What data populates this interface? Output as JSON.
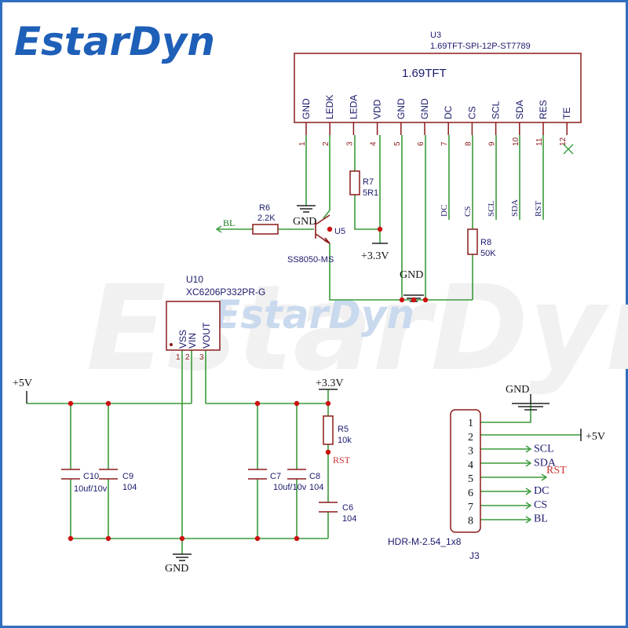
{
  "brand": {
    "logo": "EstarDyn",
    "watermark": "EstarDyn",
    "watermark_large": "EstarDyn"
  },
  "u3": {
    "ref": "U3",
    "part": "1.69TFT-SPI-12P-ST7789",
    "title": "1.69TFT",
    "pins": [
      {
        "num": "1",
        "name": "GND"
      },
      {
        "num": "2",
        "name": "LEDK"
      },
      {
        "num": "3",
        "name": "LEDA"
      },
      {
        "num": "4",
        "name": "VDD"
      },
      {
        "num": "5",
        "name": "GND"
      },
      {
        "num": "6",
        "name": "GND"
      },
      {
        "num": "7",
        "name": "DC"
      },
      {
        "num": "8",
        "name": "CS"
      },
      {
        "num": "9",
        "name": "SCL"
      },
      {
        "num": "10",
        "name": "SDA"
      },
      {
        "num": "11",
        "name": "RES"
      },
      {
        "num": "12",
        "name": "TE"
      }
    ],
    "net_labels": [
      "DC",
      "CS",
      "SCL",
      "SDA",
      "RST"
    ]
  },
  "components": {
    "r7": {
      "ref": "R7",
      "value": "5R1"
    },
    "r6": {
      "ref": "R6",
      "value": "2.2K"
    },
    "r8": {
      "ref": "R8",
      "value": "50K"
    },
    "r5": {
      "ref": "R5",
      "value": "10k"
    },
    "u5": {
      "ref": "U5",
      "part": "SS8050-MS"
    },
    "c10": {
      "ref": "C10",
      "value": "10uf/10v"
    },
    "c9": {
      "ref": "C9",
      "value": "104"
    },
    "c7": {
      "ref": "C7",
      "value": "10uf/10v"
    },
    "c8": {
      "ref": "C8",
      "value": "104"
    },
    "c6": {
      "ref": "C6",
      "value": "104"
    }
  },
  "u10": {
    "ref": "U10",
    "part": "XC6206P332PR-G",
    "pins": [
      {
        "num": "1",
        "name": "VSS"
      },
      {
        "num": "2",
        "name": "VIN"
      },
      {
        "num": "3",
        "name": "VOUT"
      }
    ]
  },
  "nets": {
    "gnd": "GND",
    "v33": "+3.3V",
    "v5": "+5V",
    "bl": "BL",
    "rst": "RST"
  },
  "j3": {
    "ref": "J3",
    "part": "HDR-M-2.54_1x8",
    "pins": [
      {
        "num": "1",
        "net": "GND"
      },
      {
        "num": "2",
        "net": "+5V"
      },
      {
        "num": "3",
        "net": "SCL"
      },
      {
        "num": "4",
        "net": "SDA"
      },
      {
        "num": "5",
        "net": "RST"
      },
      {
        "num": "6",
        "net": "DC"
      },
      {
        "num": "7",
        "net": "CS"
      },
      {
        "num": "8",
        "net": "BL"
      }
    ]
  },
  "colors": {
    "wire": "#3a9a3a",
    "part": "#8b1a1a",
    "text": "#1a1a6e",
    "brand": "#1e5fb8",
    "junction": "#cc1111",
    "frame": "#2f6fc0"
  }
}
